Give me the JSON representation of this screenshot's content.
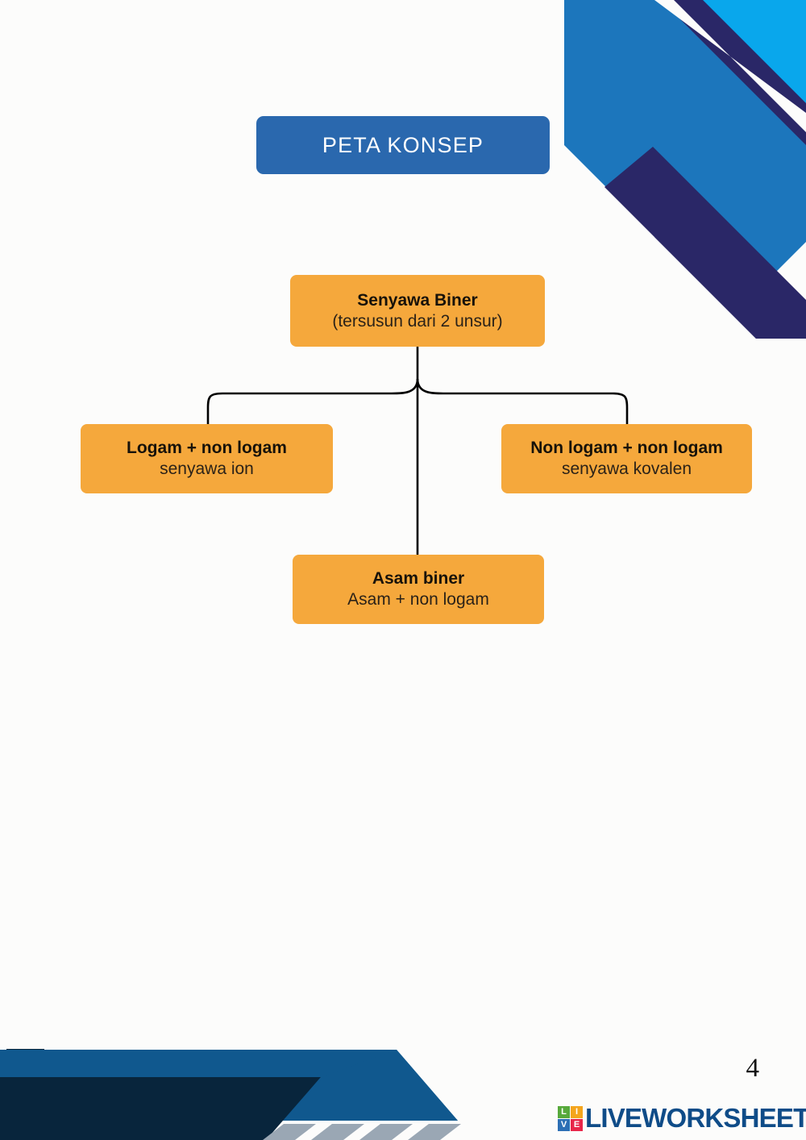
{
  "page": {
    "background_color": "#FCFCFB",
    "page_number": "4"
  },
  "header": {
    "title": "PETA KONSEP",
    "pill_color": "#2A68AE",
    "title_color": "#FFFFFF"
  },
  "concept_map": {
    "node_color": "#F5A83C",
    "connector_color": "#000000",
    "nodes": [
      {
        "id": "root",
        "title": "Senyawa Biner",
        "subtitle": "(tersusun dari 2 unsur)"
      },
      {
        "id": "left",
        "title": "Logam + non logam",
        "subtitle": "senyawa ion"
      },
      {
        "id": "right",
        "title": "Non logam + non logam",
        "subtitle": "senyawa kovalen"
      },
      {
        "id": "bottom",
        "title": "Asam biner",
        "subtitle": "Asam + non logam"
      }
    ]
  },
  "decoration": {
    "top_right": {
      "cyan": "#09A7EC",
      "navy": "#2A2767",
      "blue": "#1C76BC"
    },
    "bottom_left": {
      "dark_navy": "#08253C",
      "blue": "#10588E",
      "stripe_gray": "#9AA7B4"
    }
  },
  "footer": {
    "logo": {
      "squares": [
        {
          "letter": "L",
          "color": "#57A93B"
        },
        {
          "letter": "I",
          "color": "#F4A51C"
        },
        {
          "letter": "V",
          "color": "#2D6FB5"
        },
        {
          "letter": "E",
          "color": "#E8264A"
        }
      ],
      "wordmark": "LIVEWORKSHEETS",
      "wordmark_color": "#0F4C88"
    }
  }
}
